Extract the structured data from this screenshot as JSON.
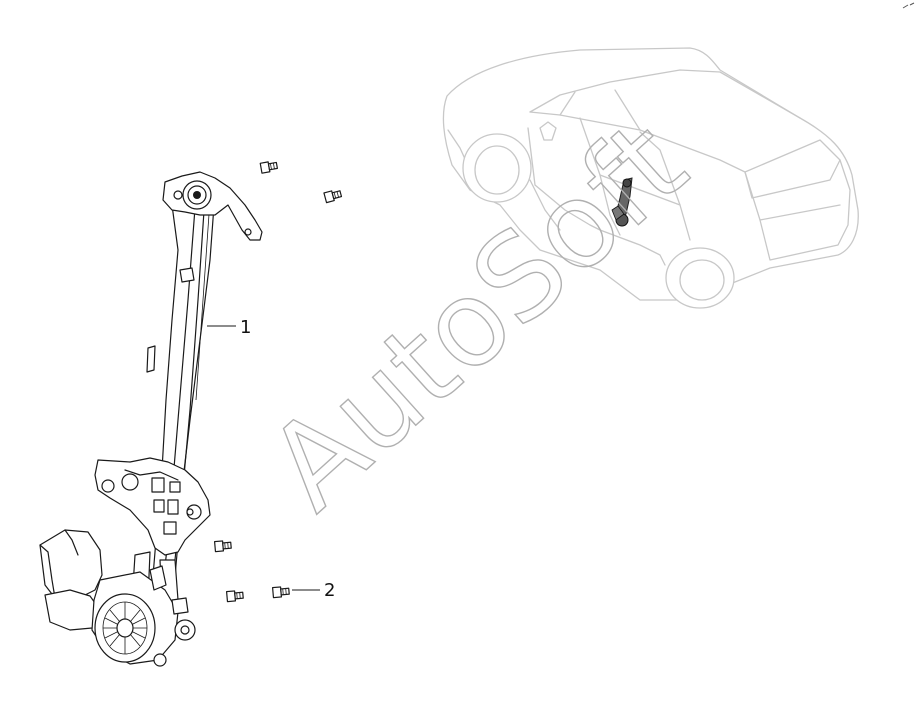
{
  "watermark": {
    "text": "AutoSoft",
    "color": "#b0b0b0"
  },
  "callouts": [
    {
      "label": "1",
      "part": "window-regulator"
    },
    {
      "label": "2",
      "part": "bolt"
    }
  ],
  "colors": {
    "line": "#1a1a1a",
    "vehicle_outline": "#c8c8c8",
    "background": "#ffffff"
  }
}
